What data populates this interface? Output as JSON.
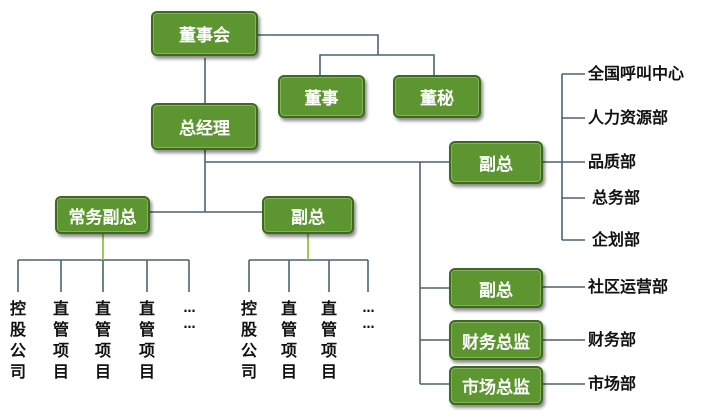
{
  "boxes": {
    "board": "董事会",
    "director": "董事",
    "secretary": "董秘",
    "gm": "总经理",
    "vp_right": "副总",
    "exec_vp": "常务副总",
    "vp_mid": "副总",
    "vp_community": "副总",
    "finance_director": "财务总监",
    "marketing_director": "市场总监"
  },
  "departments": {
    "call_center": "全国呼叫中心",
    "hr": "人力资源部",
    "quality": "品质部",
    "general_affairs": "总务部",
    "planning": "企划部",
    "community_ops": "社区运营部",
    "finance": "财务部",
    "marketing": "市场部"
  },
  "subunits": {
    "holding": "控股公司",
    "direct": "直管项目",
    "ellipsis": "…\n…"
  },
  "colors": {
    "box_fill": "#5d9630",
    "box_border": "#3c6b1a",
    "connector": "#4a6470",
    "green_connector": "#8ec63f"
  }
}
